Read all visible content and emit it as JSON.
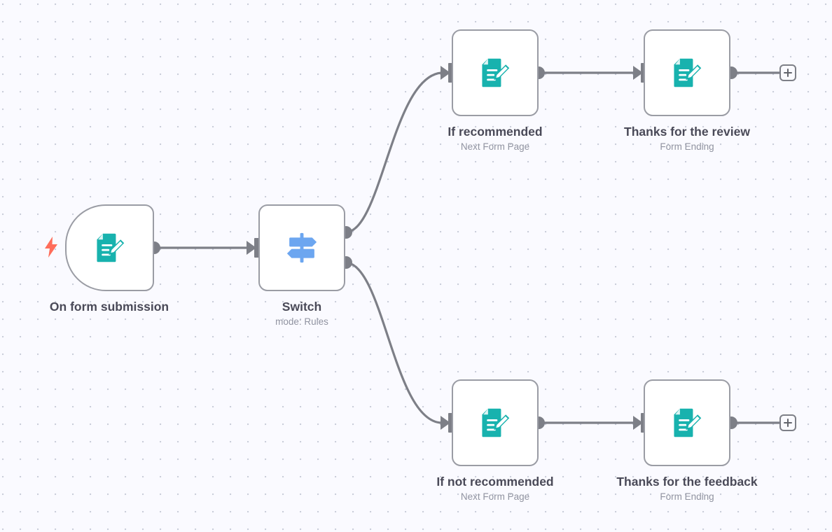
{
  "canvas": {
    "background_color": "#fafaff",
    "grid_dot_color": "#c8ccd8",
    "grid_spacing": 25
  },
  "theme": {
    "node_border": "#9a9ca4",
    "node_fill": "#ffffff",
    "connector": "#7d7f87",
    "title_text": "#4a4a58",
    "subtitle_text": "#9093a0",
    "form_icon_color": "#18b2ae",
    "switch_icon_color": "#6ca6f0",
    "trigger_bolt_color": "#ff6d5a"
  },
  "nodes": [
    {
      "id": "on-form-submission",
      "title": "On form submission",
      "subtitle": "",
      "icon": "form-document-pencil-icon",
      "type": "trigger",
      "has_bolt": true
    },
    {
      "id": "switch",
      "title": "Switch",
      "subtitle": "mode: Rules",
      "icon": "signpost-icon",
      "type": "switch",
      "has_bolt": false
    },
    {
      "id": "if-recommended",
      "title": "If recommended",
      "subtitle": "Next Form Page",
      "icon": "form-document-pencil-icon",
      "type": "form",
      "has_bolt": false
    },
    {
      "id": "thanks-for-the-review",
      "title": "Thanks for the review",
      "subtitle": "Form Ending",
      "icon": "form-document-pencil-icon",
      "type": "form",
      "has_bolt": false
    },
    {
      "id": "if-not-recommended",
      "title": "If not recommended",
      "subtitle": "Next Form Page",
      "icon": "form-document-pencil-icon",
      "type": "form",
      "has_bolt": false
    },
    {
      "id": "thanks-for-the-feedback",
      "title": "Thanks for the feedback",
      "subtitle": "Form Ending",
      "icon": "form-document-pencil-icon",
      "type": "form",
      "has_bolt": false
    }
  ],
  "add_buttons": [
    {
      "id": "add-node-top",
      "label": "+"
    },
    {
      "id": "add-node-bottom",
      "label": "+"
    }
  ]
}
